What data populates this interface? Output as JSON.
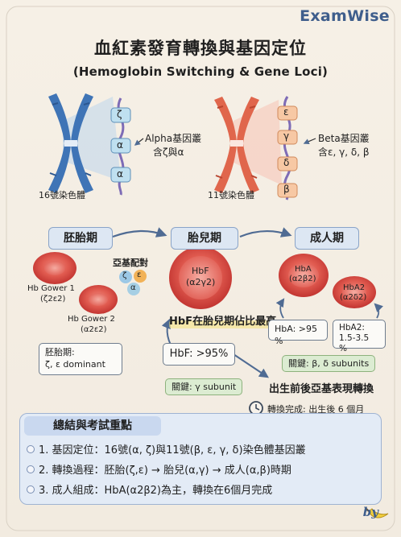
{
  "brand": "ExamWise",
  "title": "血紅素發育轉換與基因定位",
  "subtitle": "(Hemoglobin Switching & Gene Loci)",
  "chromosomes": {
    "alpha": {
      "chromosome_label": "16號染色體",
      "cluster_line1": "Alpha基因叢",
      "cluster_line2": "含ζ與α",
      "genes": [
        "ζ",
        "α",
        "α"
      ]
    },
    "beta": {
      "chromosome_label": "11號染色體",
      "cluster_line1": "Beta基因叢",
      "cluster_line2": "含ε, γ, δ, β",
      "genes": [
        "ε",
        "γ",
        "δ",
        "β"
      ]
    }
  },
  "stages": [
    "胚胎期",
    "胎兒期",
    "成人期"
  ],
  "embryonic": {
    "subunit_title": "亞基配對",
    "subunits": [
      "ζ",
      "ε",
      "α"
    ],
    "cell1_line1": "Hb Gower 1",
    "cell1_line2": "(ζ2ε2)",
    "cell2_line1": "Hb Gower 2",
    "cell2_line2": "(α2ε2)",
    "note_line1": "胚胎期:",
    "note_line2": "ζ, ε dominant"
  },
  "fetal": {
    "cell_line1": "HbF",
    "cell_line2": "(α2γ2)",
    "highlight": "HbF在胎兒期佔比最高",
    "percent_box": "HbF: >95%",
    "key": "關鍵: γ subunit",
    "switch_title": "出生前後亞基表現轉換",
    "switch_detail": "轉換完成: 出生後 6 個月"
  },
  "adult": {
    "hba_line1": "HbA",
    "hba_line2": "(α2β2)",
    "hba2_line1": "HbA2",
    "hba2_line2": "(α2δ2)",
    "hba_percent": "HbA: >95 %",
    "hba2_line_a": "HbA2:",
    "hba2_line_b": "1.5-3.5 %",
    "key": "關鍵: β, δ subunits"
  },
  "summary": {
    "heading": "總結與考試重點",
    "items": [
      "1. 基因定位：16號(α, ζ)與11號(β, ε, γ, δ)染色體基因叢",
      "2. 轉換過程：胚胎(ζ,ε) → 胎兒(α,γ) → 成人(α,β)時期",
      "3. 成人組成：HbA(α2β2)為主，轉換在6個月完成"
    ]
  },
  "byline": "by",
  "colors": {
    "alpha_chromosome": "#3f74b6",
    "beta_chromosome": "#e0664c",
    "red_cell": "#d9403d",
    "stage_box": "#dde7f3",
    "summary_bg": "#e3ebf6",
    "key_box": "#dcecd2",
    "brand": "#3f5e8c"
  },
  "icons": [
    "clock-icon",
    "banana-icon",
    "arrow-icon"
  ]
}
